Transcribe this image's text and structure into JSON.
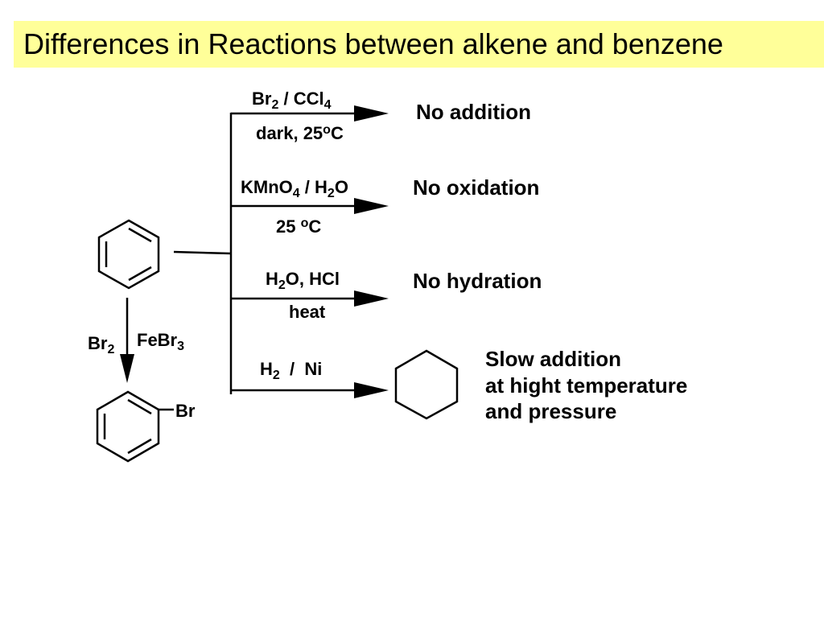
{
  "title": "Differences in Reactions between alkene and benzene",
  "reactions": [
    {
      "above": [
        {
          "t": "Br"
        },
        {
          "t": "2",
          "sub": true
        },
        {
          "t": " / CCl"
        },
        {
          "t": "4",
          "sub": true
        }
      ],
      "below": [
        {
          "t": "dark, 25"
        },
        {
          "t": "o",
          "sup": true
        },
        {
          "t": "C"
        }
      ],
      "product": "No addition"
    },
    {
      "above": [
        {
          "t": "KMnO"
        },
        {
          "t": "4",
          "sub": true
        },
        {
          "t": " / H"
        },
        {
          "t": "2",
          "sub": true
        },
        {
          "t": "O"
        }
      ],
      "below": [
        {
          "t": "25 "
        },
        {
          "t": "o",
          "sup": true
        },
        {
          "t": "C"
        }
      ],
      "product": "No oxidation"
    },
    {
      "above": [
        {
          "t": "H"
        },
        {
          "t": "2",
          "sub": true
        },
        {
          "t": "O, HCl"
        }
      ],
      "below": [
        {
          "t": "heat"
        }
      ],
      "product": "No  hydration"
    },
    {
      "above": [
        {
          "t": "H"
        },
        {
          "t": "2",
          "sub": true
        },
        {
          "t": "  /  Ni"
        }
      ],
      "below": [],
      "product_lines": [
        "Slow addition",
        "at hight temperature",
        "and pressure"
      ]
    }
  ],
  "bromination": {
    "reagent_left": [
      {
        "t": "Br"
      },
      {
        "t": "2",
        "sub": true
      }
    ],
    "reagent_right": [
      {
        "t": "FeBr"
      },
      {
        "t": "3",
        "sub": true
      }
    ],
    "substituent": "Br"
  }
}
